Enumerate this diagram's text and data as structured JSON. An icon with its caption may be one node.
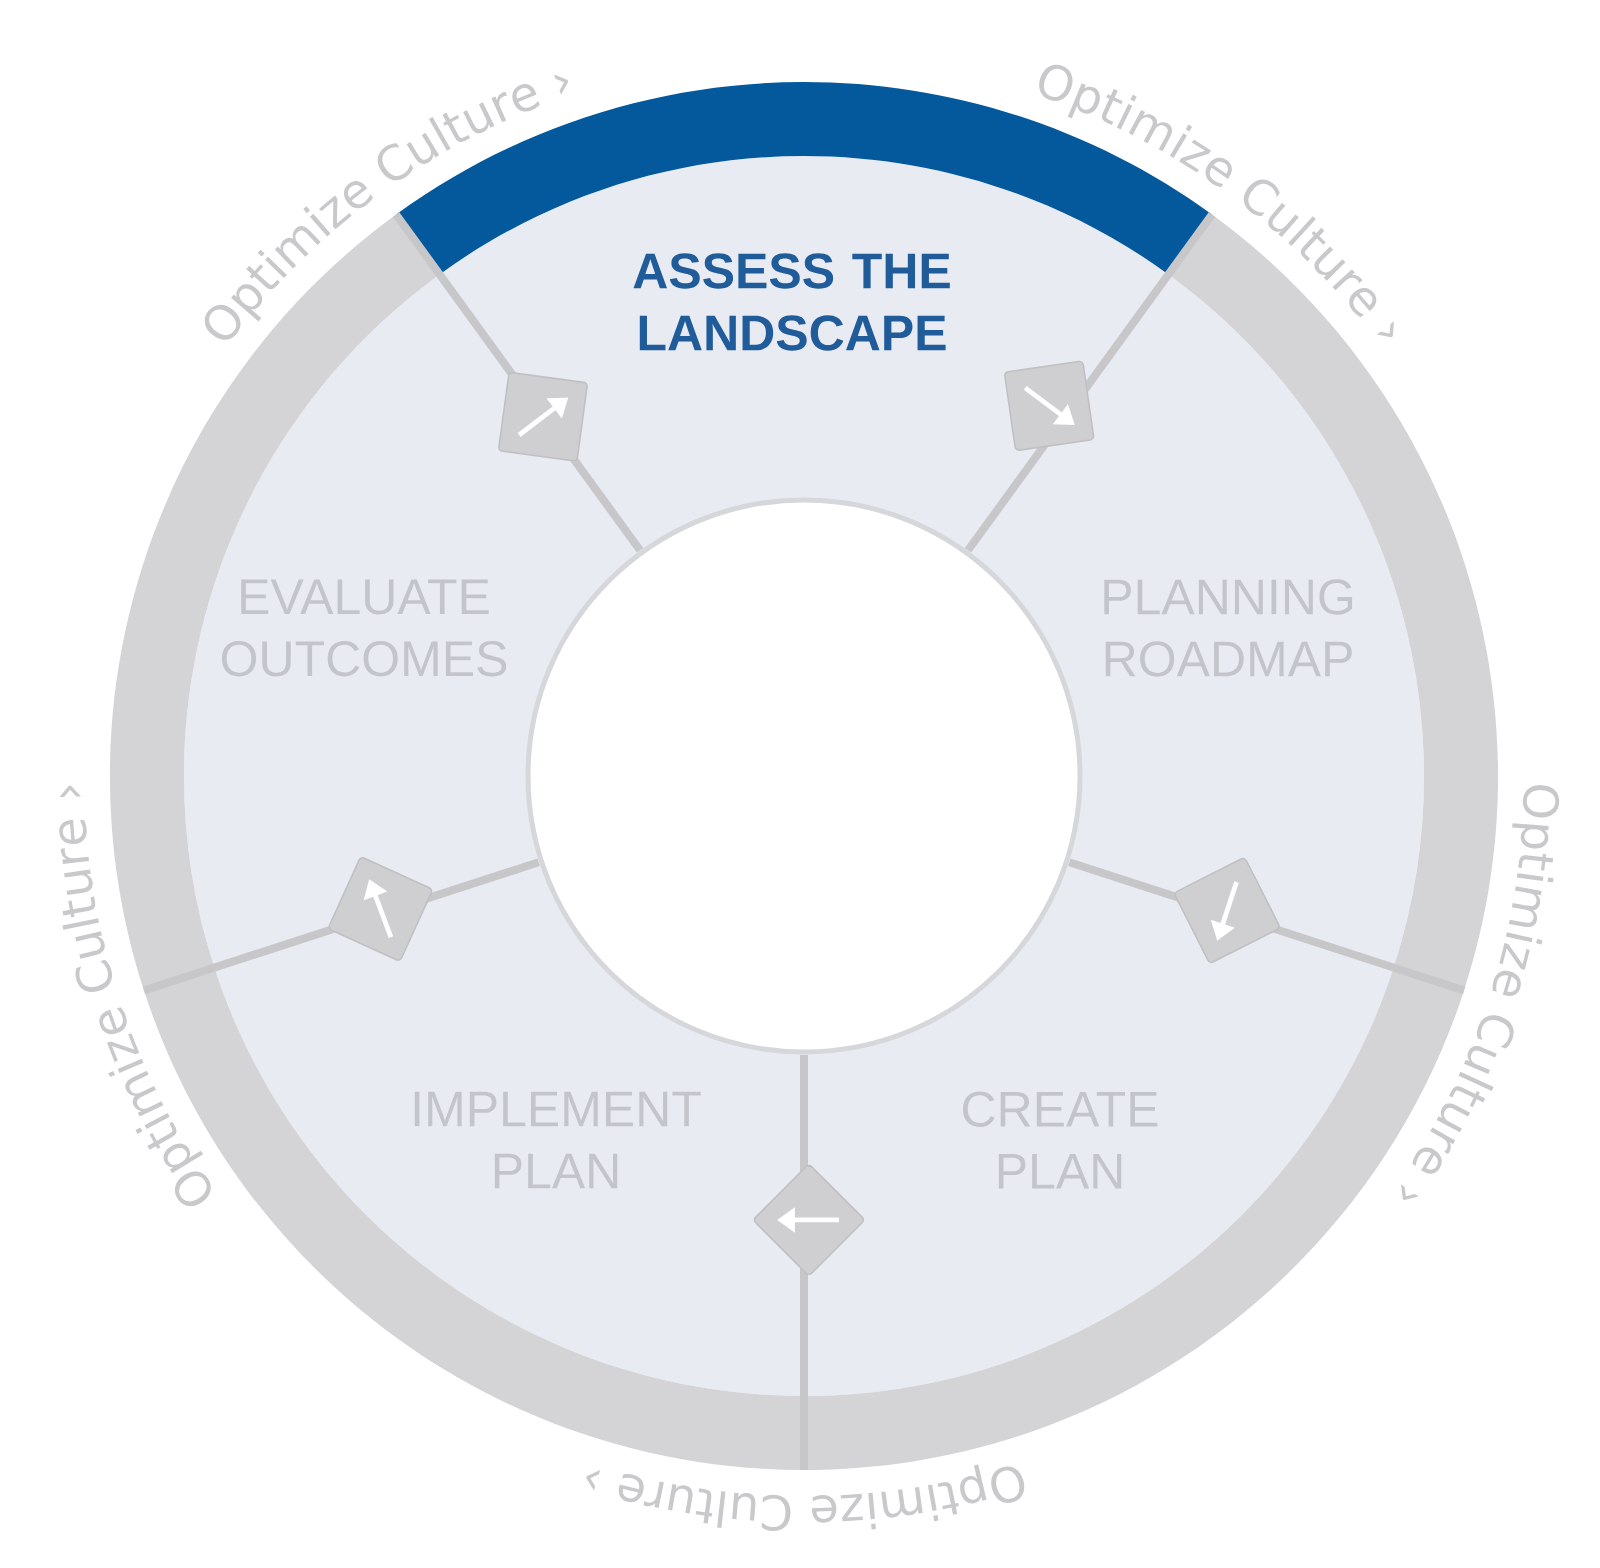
{
  "diagram": {
    "nodes": [
      {
        "text": [
          "ASSESS THE LANDSCAPE"
        ]
      },
      {
        "text": [
          "PLANNING ROADMAP"
        ]
      },
      {
        "text": [
          "CREATE PLAN"
        ]
      },
      {
        "text": [
          "IMPLEMENT PLAN"
        ]
      },
      {
        "text": [
          "EVALUATE OUTCOMES"
        ]
      },
      {
        "text": [],
        "shape": "circle"
      }
    ],
    "edges": [
      {
        "from": 0,
        "to": 1,
        "arrow": "to"
      },
      {
        "from": 1,
        "to": 2,
        "arrow": "to"
      },
      {
        "from": 2,
        "to": 3,
        "arrow": "to"
      },
      {
        "from": 3,
        "to": 4,
        "arrow": "to"
      },
      {
        "from": 4,
        "to": 0,
        "arrow": "to"
      }
    ],
    "labels": [
      "Optimize Culture ›",
      "Optimize Culture ›",
      "Optimize Culture ›",
      "Optimize Culture ›",
      "Optimize Culture ›"
    ]
  }
}
